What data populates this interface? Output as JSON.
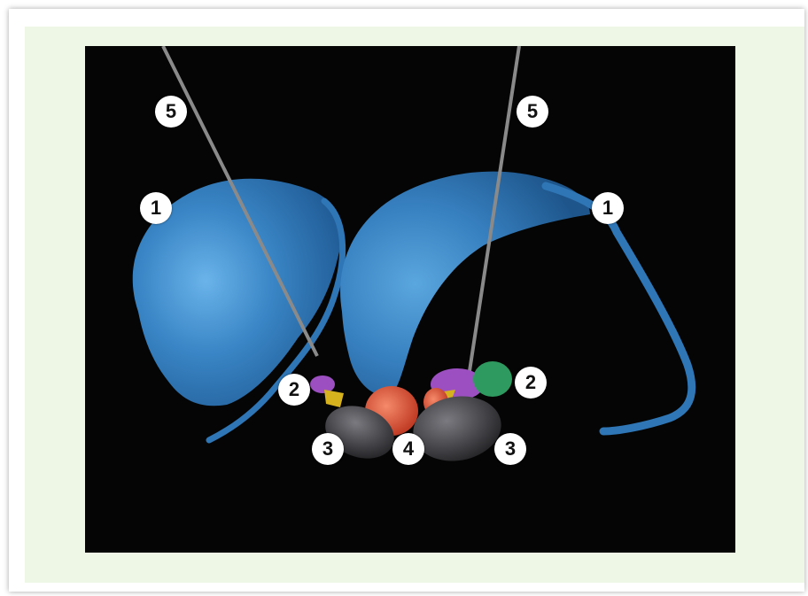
{
  "markers": {
    "m1_left": "1",
    "m1_right": "1",
    "m2_left": "2",
    "m2_right": "2",
    "m3_left": "3",
    "m3_right": "3",
    "m4_center": "4",
    "m5_left": "5",
    "m5_right": "5"
  },
  "colors": {
    "background_frame": "#eef6e6",
    "image_background": "#050505",
    "ventricle_blue": "#2f78b8",
    "probe_gray": "#8a8a8a",
    "nucleus_orange": "#e4553a",
    "structure_dark": "#3a3a3e",
    "structure_purple": "#9b4fc0",
    "structure_green": "#2f9a5f",
    "structure_yellow": "#d7b21f"
  }
}
